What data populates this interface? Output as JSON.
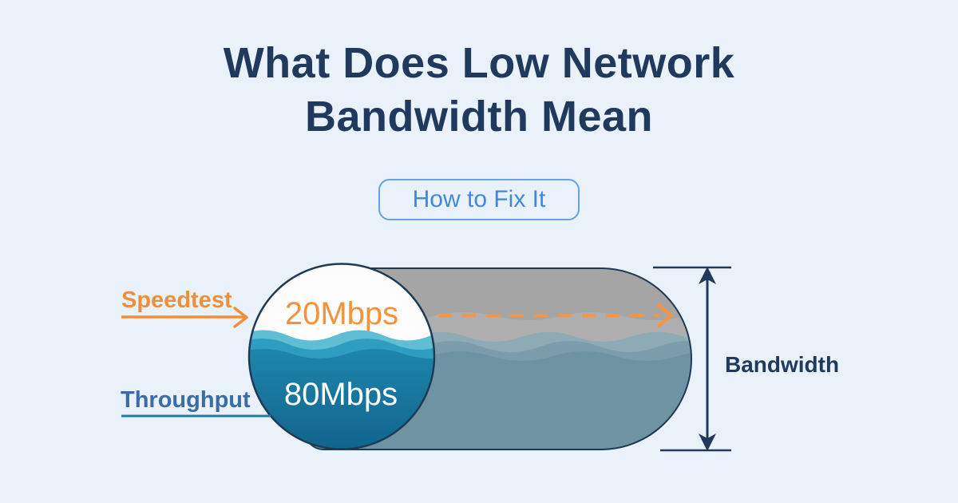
{
  "title": {
    "line1": "What Does Low Network",
    "line2": "Bandwidth Mean"
  },
  "cta": {
    "label": "How to Fix It"
  },
  "diagram": {
    "speedtest_label": "Speedtest",
    "throughput_label": "Throughput",
    "bandwidth_label": "Bandwidth",
    "speedtest_value": "20Mbps",
    "throughput_value": "80Mbps"
  },
  "colors": {
    "background": "#e9f2fb",
    "title_navy": "#20395c",
    "outline_navy": "#1f3a55",
    "cta_border_blue": "#67a1e2",
    "cta_text_blue": "#4287da",
    "accent_orange": "#ef8f3b",
    "dashed_orange": "#f79441",
    "throughput_blue": "#3b6ca8",
    "underline_teal": "#2c7aa3",
    "pipe_gray": "#a5a5a5",
    "pipe_water": "#6e93a3",
    "lens_water_deep": "#11648c",
    "lens_water_light": "#5fbed3"
  }
}
